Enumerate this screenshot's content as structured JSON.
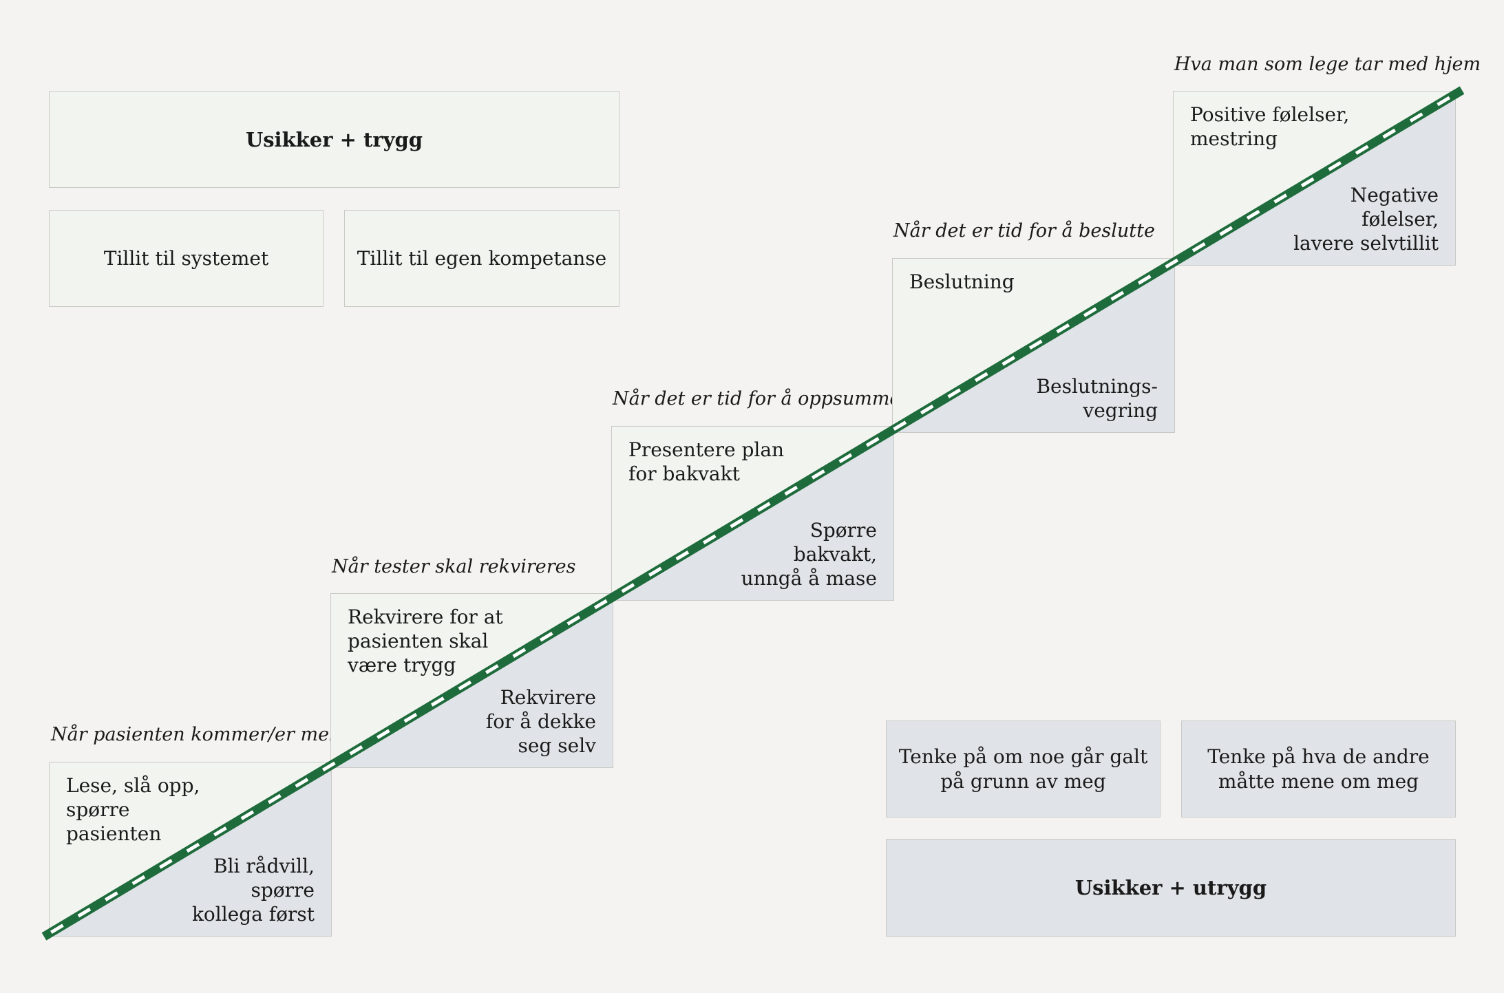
{
  "top_left": {
    "header": "Usikker + trygg",
    "box1": "Tillit til systemet",
    "box2": "Tillit til egen kompetanse"
  },
  "bottom_right": {
    "box1": "Tenke på om noe går galt\npå grunn av meg",
    "box2": "Tenke på hva de andre\nmåtte mene om meg",
    "footer": "Usikker + utrygg"
  },
  "steps": [
    {
      "phase": "Når pasienten kommer/er meldt",
      "positive": "Lese, slå opp,\nspørre\npasienten",
      "negative": "Bli rådvill,\nspørre\nkollega først"
    },
    {
      "phase": "Når tester skal rekvireres",
      "positive": "Rekvirere for at\npasienten skal\nvære trygg",
      "negative": "Rekvirere\nfor å dekke\nseg selv"
    },
    {
      "phase": "Når det er tid for å oppsummere",
      "positive": "Presentere plan\nfor bakvakt",
      "negative": "Spørre\nbakvakt,\nunngå å mase"
    },
    {
      "phase": "Når det er tid for å beslutte",
      "positive": "Beslutning",
      "negative": "Beslutnings-\nvegring"
    },
    {
      "phase": "Hva man som lege tar med hjem",
      "positive": "Positive følelser,\nmestring",
      "negative": "Negative\nfølelser,\nlavere selvtillit"
    }
  ],
  "colors": {
    "positive_fill": "#f1f4ef",
    "negative_fill": "#e0e3e7",
    "dashed_line": "#1e6b3c"
  }
}
